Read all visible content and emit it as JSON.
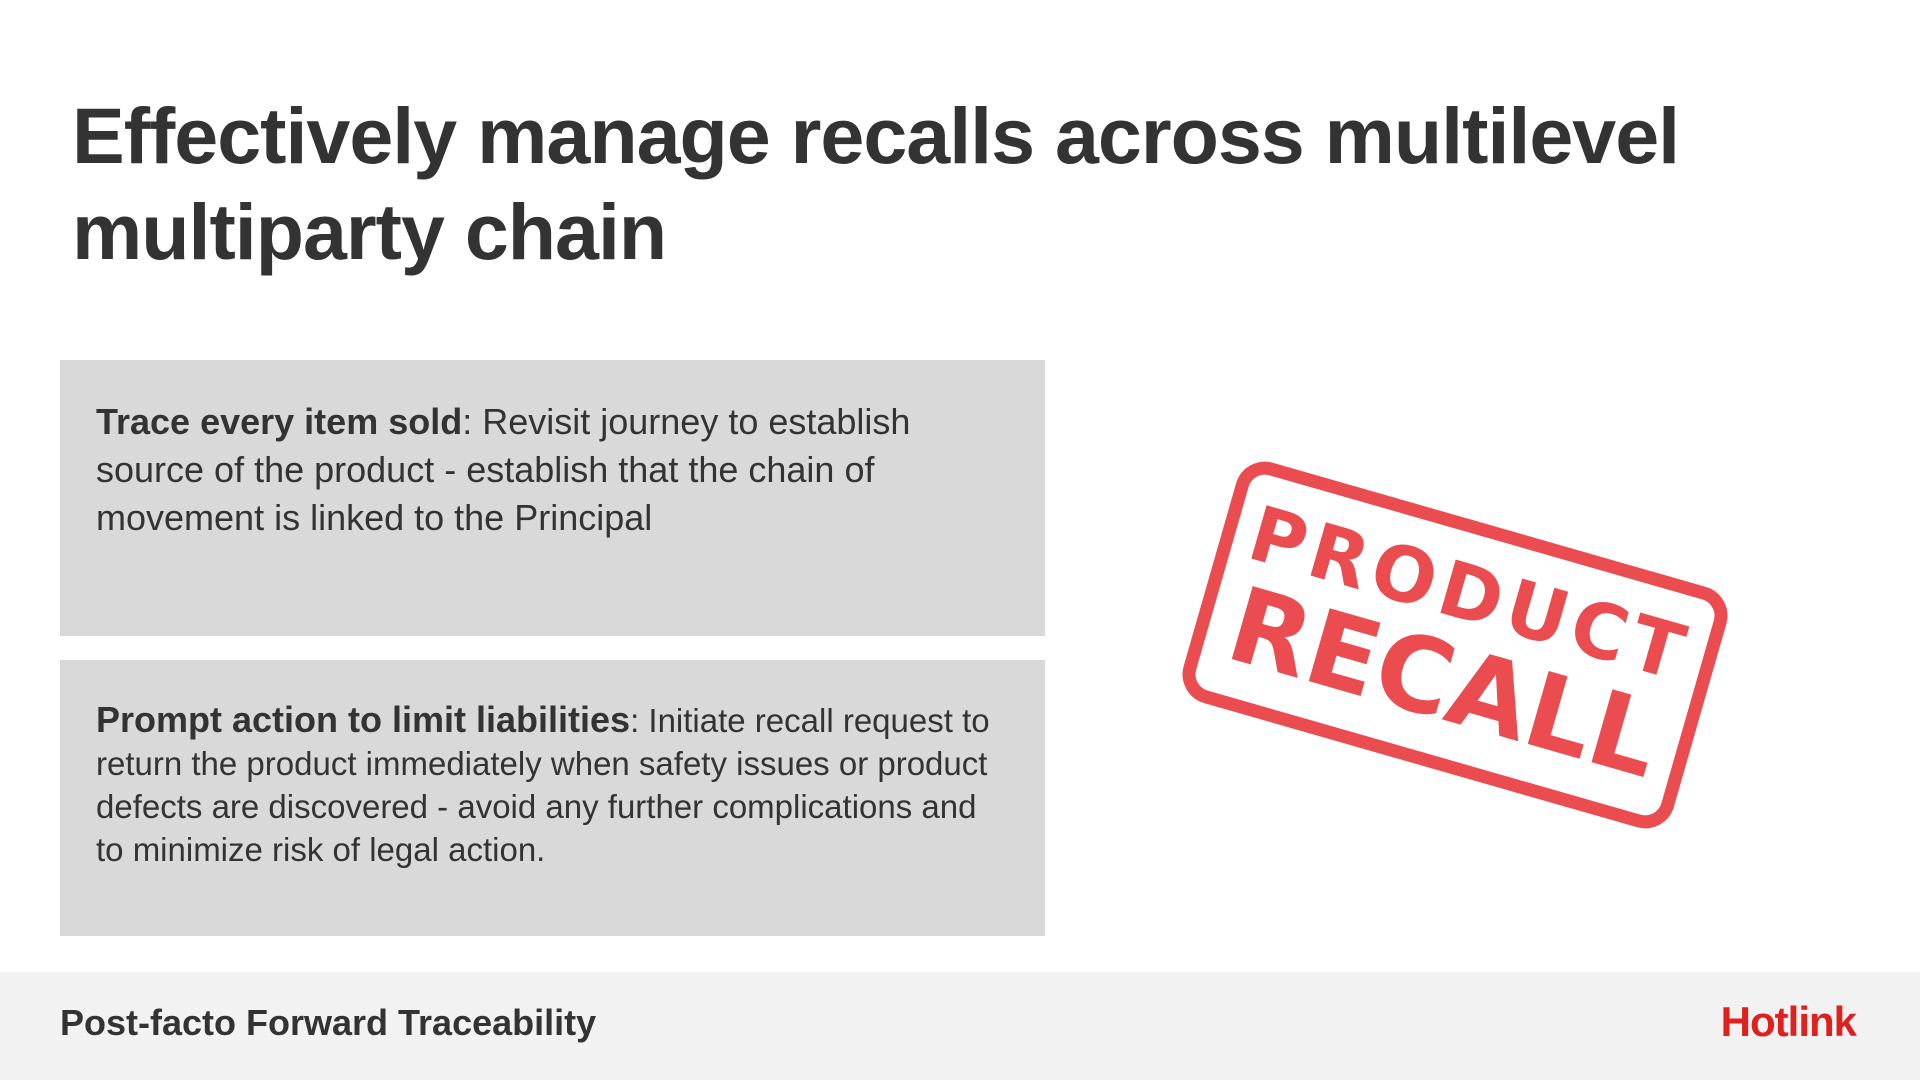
{
  "slide": {
    "title": "Effectively manage recalls across multilevel multiparty chain"
  },
  "cards": [
    {
      "heading": "Trace every item sold",
      "separator": ":",
      "body": " Revisit journey to establish source of the product - establish that the chain of movement is linked to the Principal"
    },
    {
      "heading": "Prompt action to limit liabilities",
      "separator": ":",
      "body": " Initiate recall request to return the product immediately when safety issues or product defects are discovered - avoid any further complications and to minimize risk of legal action."
    }
  ],
  "stamp": {
    "line1": "PRODUCT",
    "line2": "RECALL",
    "color": "#e8393c"
  },
  "footer": {
    "title": "Post-facto Forward Traceability",
    "logo": "Hotlink",
    "logo_color": "#e0201e",
    "background": "#f2f2f2"
  },
  "colors": {
    "text": "#333333",
    "card_background": "#d9d9d9"
  }
}
